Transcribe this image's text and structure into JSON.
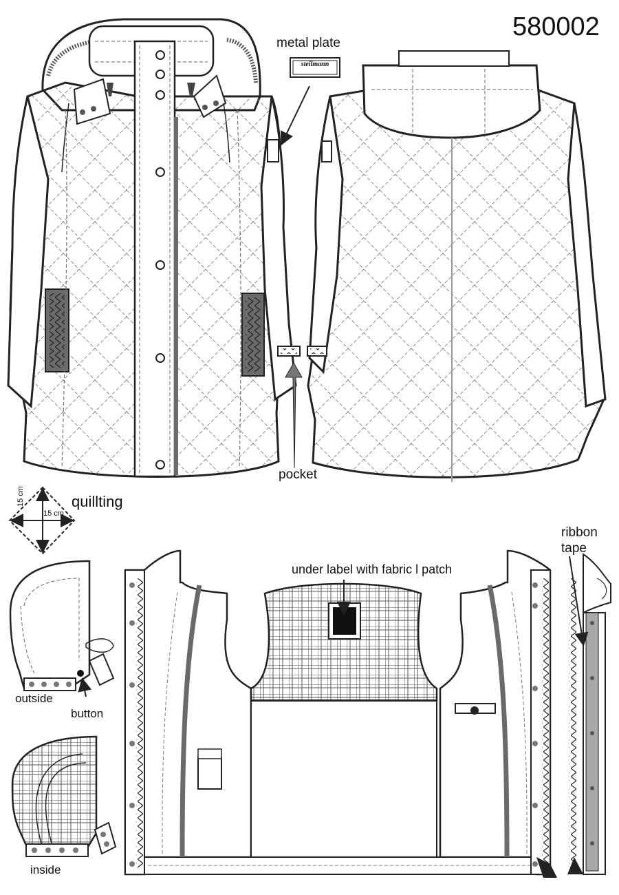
{
  "sheet": {
    "article_number": "580002",
    "metal_plate": {
      "label": "metal plate",
      "brand": "steilmann"
    },
    "pocket_label": "pocket",
    "quilting": {
      "label": "quillting",
      "dim_vertical": "15 cm",
      "dim_horizontal": "15 cm"
    },
    "ribbon_label": "ribbon tape",
    "under_label": "under label with fabric l patch",
    "hood": {
      "outside_label": "outside",
      "button_label": "button",
      "inside_label": "inside"
    }
  },
  "colors": {
    "line": "#222222",
    "trim": "#6a6a6a",
    "grid": "#9a9a9a",
    "tape": "#a8a8a8"
  }
}
